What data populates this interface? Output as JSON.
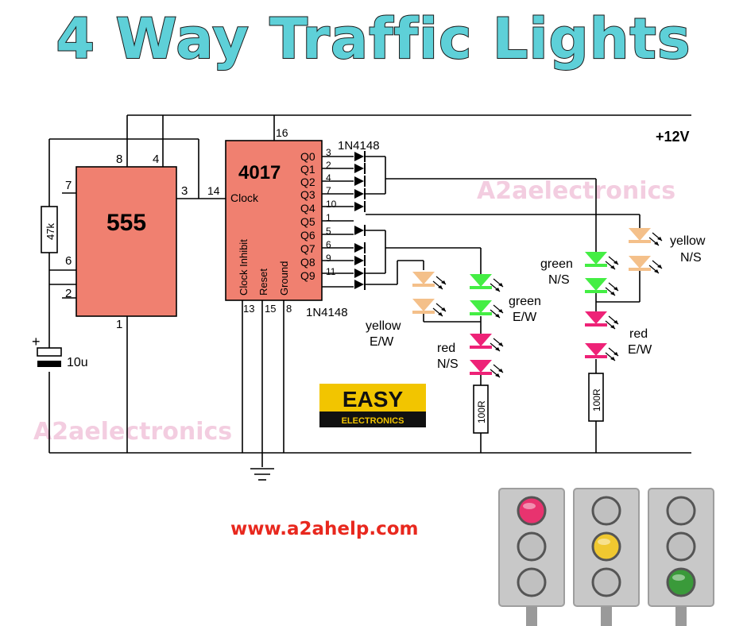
{
  "title": "4 Way Traffic Lights",
  "supply_label": "+12V",
  "watermark": "A2aelectronics",
  "website": "www.a2ahelp.com",
  "logo": {
    "line1": "EASY",
    "line2": "ELECTRONICS"
  },
  "ic555": {
    "name": "555",
    "pins": {
      "p8": "8",
      "p4": "4",
      "p7": "7",
      "p3": "3",
      "p6": "6",
      "p2": "2",
      "p1": "1"
    }
  },
  "ic4017": {
    "name": "4017",
    "clock_label": "Clock",
    "bottom_labels": {
      "clock_inhibit": "Clock Inhibit",
      "reset": "Reset",
      "ground": "Ground"
    },
    "outputs": [
      "Q0",
      "Q1",
      "Q2",
      "Q3",
      "Q4",
      "Q5",
      "Q6",
      "Q7",
      "Q8",
      "Q9"
    ],
    "output_pins": [
      "3",
      "2",
      "4",
      "7",
      "10",
      "1",
      "5",
      "6",
      "9",
      "11"
    ],
    "pin_top": "16",
    "pin_clock": "14",
    "pin_bottom": [
      "13",
      "15",
      "8"
    ]
  },
  "components": {
    "resistor_47k": "47k",
    "capacitor": "10u",
    "diode_top": "1N4148",
    "diode_bottom": "1N4148",
    "resistor_left": "100R",
    "resistor_right": "100R"
  },
  "led_labels": {
    "yellow_ew": [
      "yellow",
      "E/W"
    ],
    "green_ew": [
      "green",
      "E/W"
    ],
    "red_ns": [
      "red",
      "N/S"
    ],
    "green_ns": [
      "green",
      "N/S"
    ],
    "yellow_ns": [
      "yellow",
      "N/S"
    ],
    "red_ew": [
      "red",
      "E/W"
    ]
  },
  "colors": {
    "title": "#5ed0d8",
    "ic_fill": "#f08070",
    "led_yellow": "#f4c08a",
    "led_green": "#44ee44",
    "led_red": "#ee2277",
    "logo_bg": "#f2c500",
    "website": "#e8281e",
    "watermark": "#f3cde0"
  },
  "traffic_lights": [
    {
      "lit": "red"
    },
    {
      "lit": "yellow"
    },
    {
      "lit": "green"
    }
  ]
}
